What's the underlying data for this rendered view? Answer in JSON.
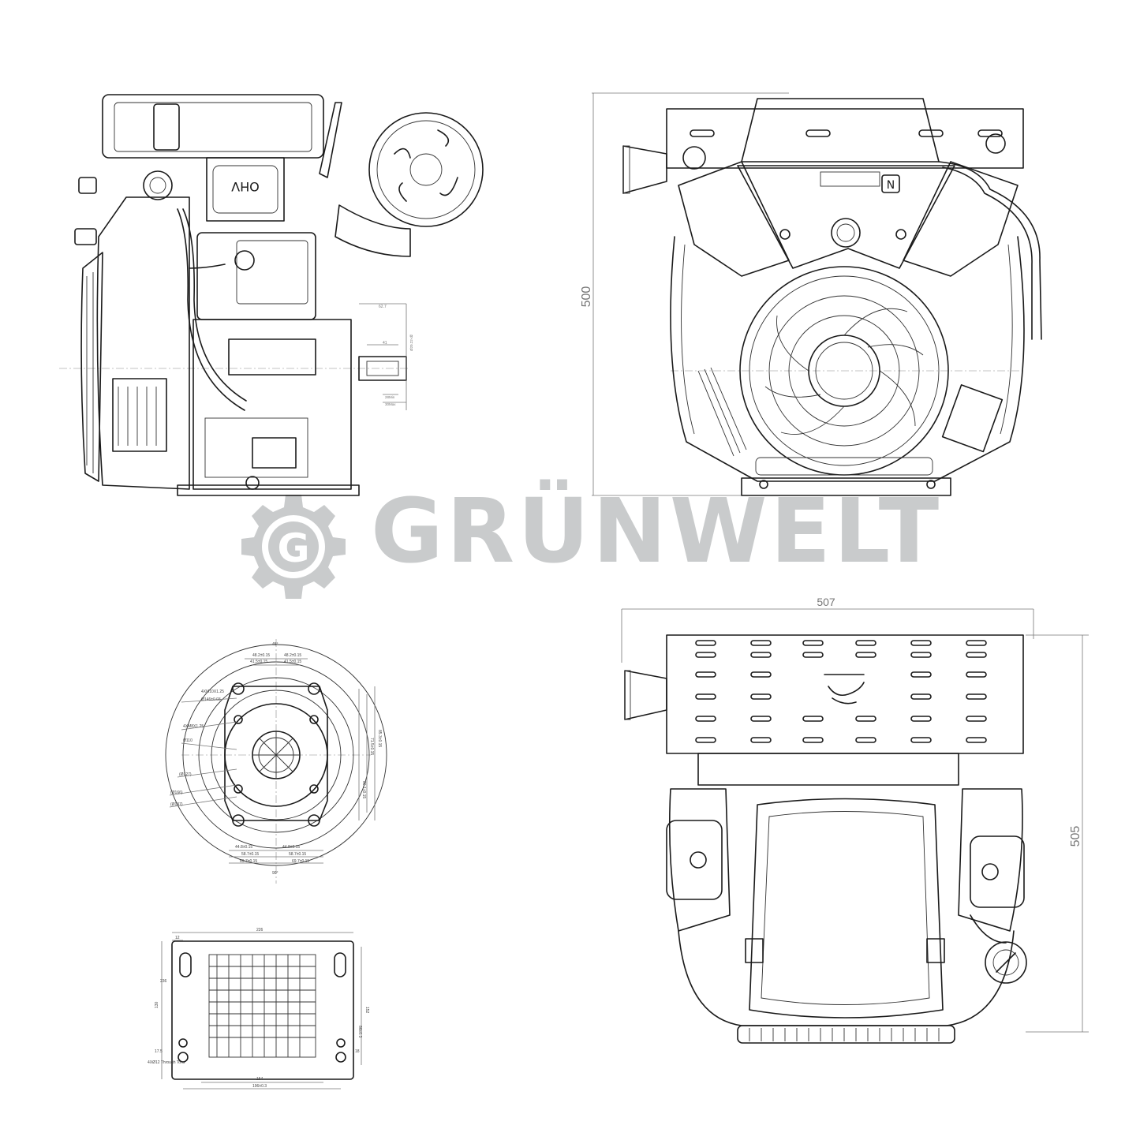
{
  "brand": {
    "name": "GRÜNWELT",
    "logo_letter": "G",
    "color": "#c9cbcc"
  },
  "views": {
    "side": {
      "label": "OHV",
      "dims": [
        "62.7",
        "41",
        "Ø20.22-ǆ",
        "28Min",
        "30Max"
      ]
    },
    "front": {
      "height_label": "500",
      "emblem": "N"
    },
    "top": {
      "width_label": "507",
      "depth_label": "505"
    },
    "flange": {
      "dims": [
        "48.2±0.15",
        "41.5±0.15",
        "44.8±0.15",
        "58.7±0.15",
        "69.7±0.15",
        "71.5±0.15",
        "85.3±0.15",
        "86.1±0.15",
        "Ø110",
        "Ø146±0.03",
        "(Ø127)",
        "(Ø166)",
        "(Ø197)",
        "4XM10X1.25",
        "4XM8X1.25",
        "45°",
        "90°"
      ]
    },
    "base": {
      "dims": [
        "226",
        "12",
        "130",
        "152",
        "236",
        "17.5",
        "18",
        "154",
        "196±0.3",
        "86±0.3",
        "4XØ12 Through Tons"
      ]
    }
  }
}
